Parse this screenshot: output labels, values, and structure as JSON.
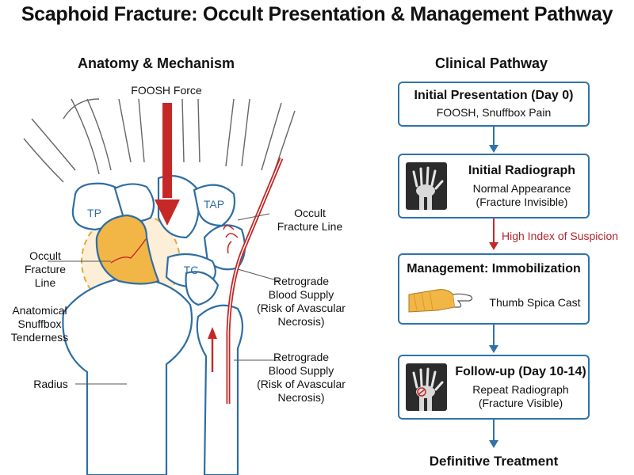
{
  "title": "Scaphoid Fracture: Occult Presentation & Management Pathway",
  "anatomy": {
    "heading": "Anatomy & Mechanism",
    "force_label": "FOOSH Force",
    "bones": {
      "tp": "TP",
      "tap": "TAP",
      "tc": "TC"
    },
    "occult_fracture_right": [
      "Occult",
      "Fracture Line"
    ],
    "occult_fracture_left": [
      "Occult",
      "Fracture",
      "Line"
    ],
    "snuffbox": [
      "Anatomical",
      "Snuffbox",
      "Tenderness"
    ],
    "radius": "Radius",
    "retrograde_1": [
      "Retrograde",
      "Blood Supply",
      "(Risk of Avascular",
      "Necrosis)"
    ],
    "retrograde_2": [
      "Retrograde",
      "Blood Supply",
      "(Risk of Avascular",
      "Necrosis)"
    ]
  },
  "pathway": {
    "heading": "Clinical Pathway",
    "step1": {
      "title": "Initial Presentation (Day 0)",
      "text": "FOOSH, Snuffbox Pain"
    },
    "step2": {
      "title": "Initial Radiograph",
      "text": [
        "Normal Appearance",
        "(Fracture Invisible)"
      ]
    },
    "suspicion": "High Index of Suspicion",
    "step3": {
      "title": "Management: Immobilization",
      "text": "Thumb Spica Cast"
    },
    "step4": {
      "title": "Follow-up (Day 10-14)",
      "text": [
        "Repeat Radiograph",
        "(Fracture Visible)"
      ]
    },
    "final": "Definitive Treatment"
  },
  "colors": {
    "bone_outline": "#2f6ea3",
    "bone_fill": "#ffffff",
    "scaphoid_fill": "#f2b646",
    "snuffbox_fill": "#fbe3bd",
    "artery": "#c62828",
    "arrow_blue": "#2f73a8",
    "arrow_red": "#c62828"
  }
}
